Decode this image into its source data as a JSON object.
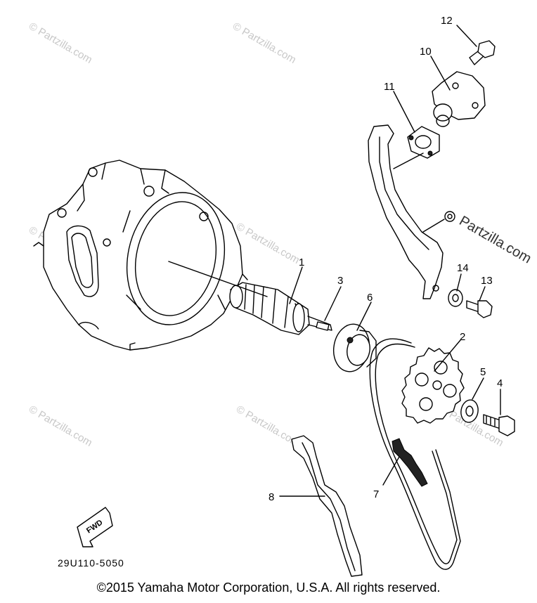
{
  "callouts": {
    "p1": "1",
    "p2": "2",
    "p3": "3",
    "p4": "4",
    "p5": "5",
    "p6": "6",
    "p7": "7",
    "p8": "8",
    "p10": "10",
    "p11": "11",
    "p12": "12",
    "p13": "13",
    "p14": "14"
  },
  "fwd_label": "FWD",
  "part_code": "29U110-5050",
  "watermark_text": "© Partzilla.com",
  "watermark_brand": "Partzilla.com",
  "copyright": "©2015  Yamaha Motor Corporation, U.S.A. All rights reserved."
}
